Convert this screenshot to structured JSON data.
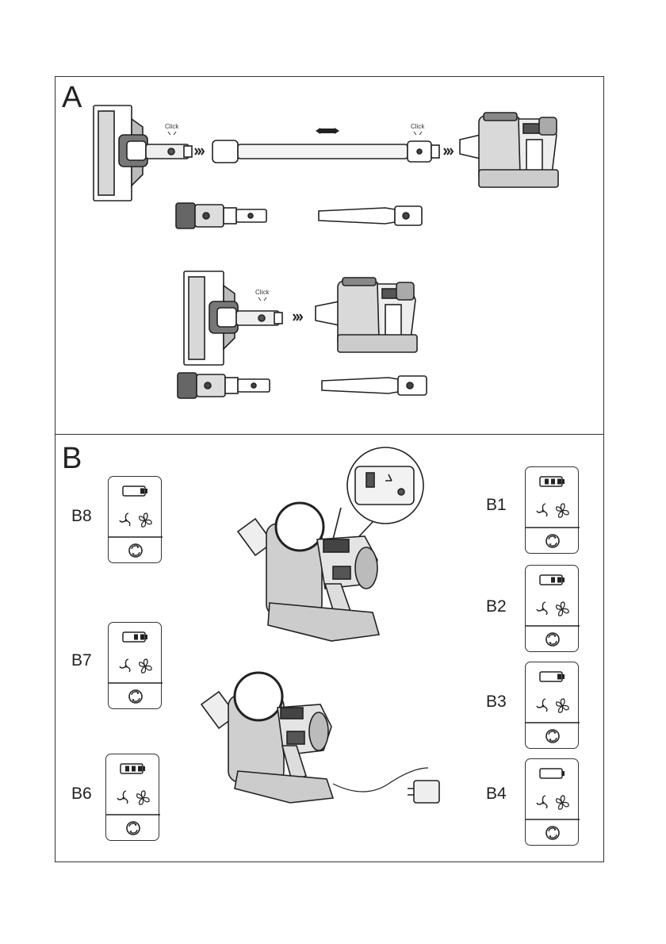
{
  "section_a": {
    "letter": "A",
    "click_label": "Click"
  },
  "section_b": {
    "letter": "B",
    "panels": [
      {
        "label": "B8",
        "battery_bars": 1,
        "icons": [
          "fan-low-icon",
          "fan-high-icon",
          "power-icon"
        ]
      },
      {
        "label": "B7",
        "battery_bars": 2,
        "icons": [
          "fan-low-icon",
          "fan-high-icon",
          "power-icon"
        ]
      },
      {
        "label": "B6",
        "battery_bars": 3,
        "icons": [
          "fan-low-icon",
          "fan-high-icon",
          "power-icon"
        ]
      },
      {
        "label": "B1",
        "battery_bars": 3,
        "icons": [
          "fan-low-icon",
          "fan-high-icon",
          "power-icon"
        ]
      },
      {
        "label": "B2",
        "battery_bars": 2,
        "icons": [
          "fan-low-icon",
          "fan-high-icon",
          "power-icon"
        ]
      },
      {
        "label": "B3",
        "battery_bars": 1,
        "icons": [
          "fan-low-icon",
          "fan-high-icon",
          "power-icon"
        ]
      },
      {
        "label": "B4",
        "battery_bars": 0,
        "icons": [
          "fan-low-icon",
          "fan-high-icon",
          "power-icon"
        ]
      }
    ]
  }
}
